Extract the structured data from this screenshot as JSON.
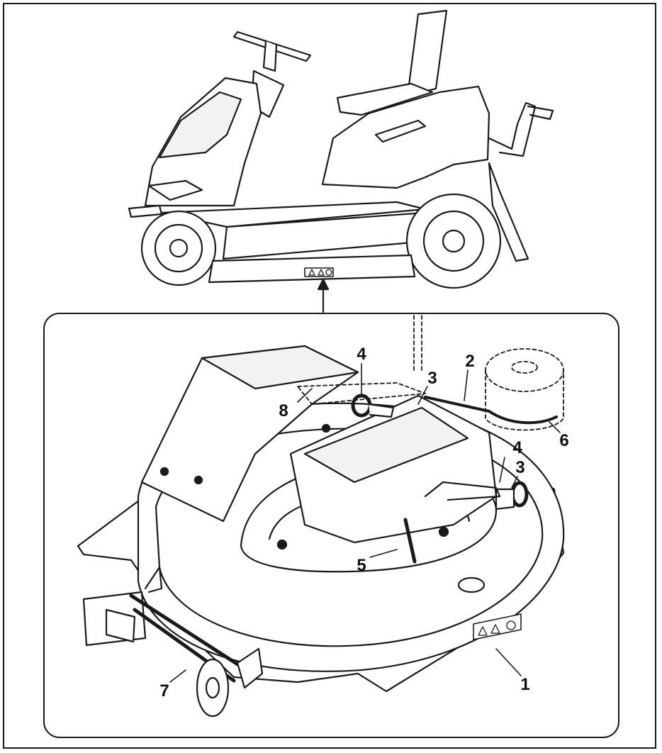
{
  "figure": {
    "callouts": [
      {
        "id": "1",
        "label": "1"
      },
      {
        "id": "2",
        "label": "2"
      },
      {
        "id": "3a",
        "label": "3"
      },
      {
        "id": "3b",
        "label": "3"
      },
      {
        "id": "4a",
        "label": "4"
      },
      {
        "id": "4b",
        "label": "4"
      },
      {
        "id": "5",
        "label": "5"
      },
      {
        "id": "6",
        "label": "6"
      },
      {
        "id": "7",
        "label": "7"
      },
      {
        "id": "8",
        "label": "8"
      }
    ],
    "icons": [
      "ride-on-mower-icon",
      "mower-deck-icon",
      "warning-decal-icon",
      "pointer-arrow-icon"
    ],
    "colors": {
      "line": "#1a1a1a",
      "fill": "#ffffff",
      "shade": "#f2f2f2"
    }
  }
}
